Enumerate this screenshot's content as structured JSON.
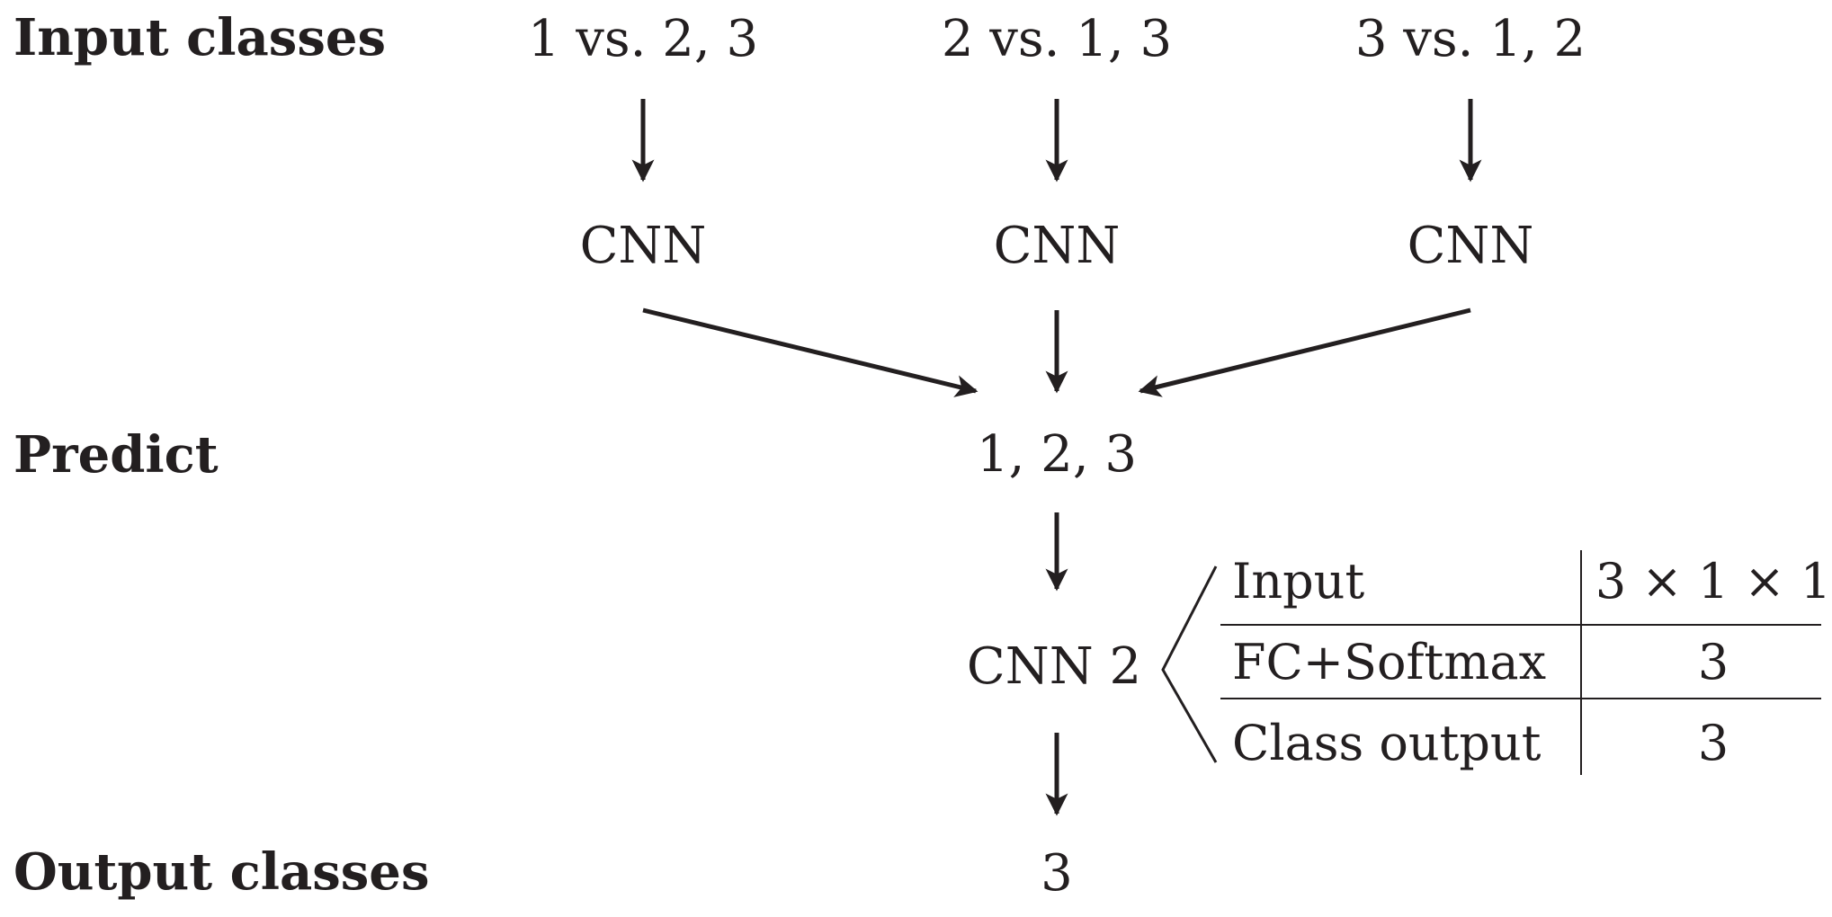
{
  "rows": {
    "input": "Input classes",
    "predict": "Predict",
    "output": "Output classes"
  },
  "inputs": [
    "1 vs. 2, 3",
    "2 vs. 1, 3",
    "3 vs. 1, 2"
  ],
  "cnn_label": "CNN",
  "predict_value": "1, 2, 3",
  "cnn2_label": "CNN 2",
  "output_value": "3",
  "layers": [
    {
      "name": "Input",
      "size": "3 × 1 × 1"
    },
    {
      "name": "FC+Softmax",
      "size": "3"
    },
    {
      "name": "Class output",
      "size": "3"
    }
  ],
  "colors": {
    "ink": "#231f20",
    "background": "#ffffff"
  }
}
